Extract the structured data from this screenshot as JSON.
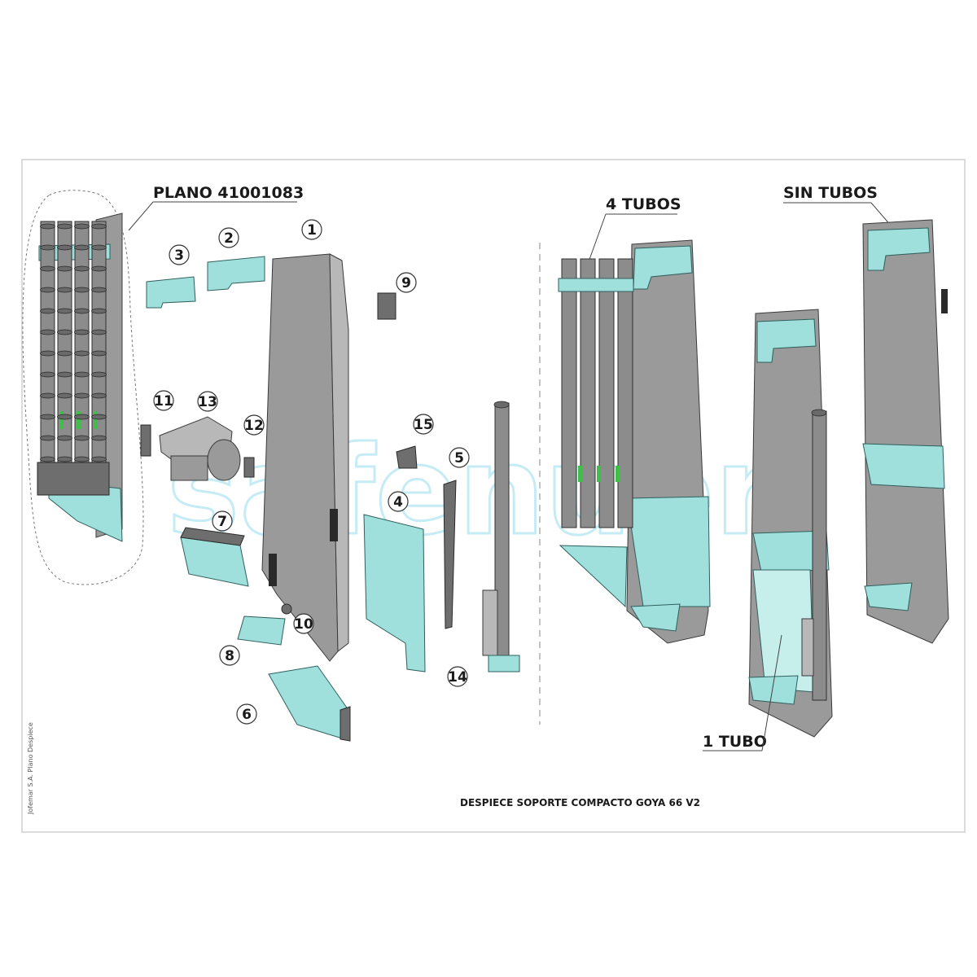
{
  "labels": {
    "plano": "PLANO 41001083",
    "four_tubes": "4 TUBOS",
    "no_tubes": "SIN TUBOS",
    "one_tube": "1 TUBO",
    "title": "DESPIECE SOPORTE COMPACTO GOYA 66 V2",
    "side_note": "Jofemar S.A. Plano Despiece",
    "watermark": "safenuer"
  },
  "parts": [
    "1",
    "2",
    "3",
    "4",
    "5",
    "6",
    "7",
    "8",
    "9",
    "10",
    "11",
    "12",
    "13",
    "14",
    "15"
  ],
  "colors": {
    "accent": "#9fe0dc",
    "sheet_metal": "#9a9a9a",
    "tube_band": "#3fbf4a",
    "frame": "#cfcfcf"
  }
}
